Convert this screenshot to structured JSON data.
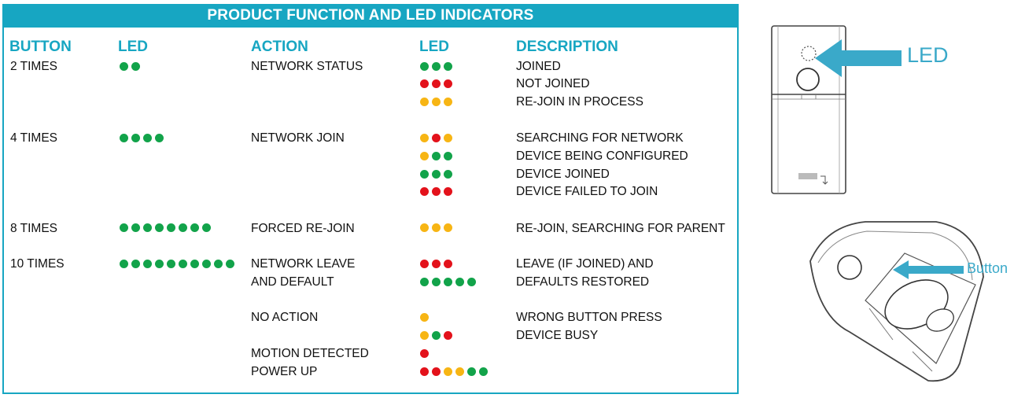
{
  "title": "PRODUCT FUNCTION AND LED INDICATORS",
  "headers": {
    "button": "BUTTON",
    "led1": "LED",
    "action": "ACTION",
    "led2": "LED",
    "description": "DESCRIPTION"
  },
  "rows": [
    {
      "button": "2 TIMES",
      "press_leds": "gg",
      "action": [
        "NETWORK STATUS"
      ],
      "outcomes": [
        {
          "leds": "ggg",
          "desc": "JOINED"
        },
        {
          "leds": "rrr",
          "desc": "NOT JOINED"
        },
        {
          "leds": "yyy",
          "desc": "RE-JOIN IN PROCESS"
        }
      ]
    },
    {
      "button": "4 TIMES",
      "press_leds": "gggg",
      "action": [
        "NETWORK JOIN"
      ],
      "outcomes": [
        {
          "leds": "yry",
          "desc": "SEARCHING FOR NETWORK"
        },
        {
          "leds": "ygg",
          "desc": "DEVICE BEING CONFIGURED"
        },
        {
          "leds": "ggg",
          "desc": "DEVICE JOINED"
        },
        {
          "leds": "rrr",
          "desc": "DEVICE FAILED TO JOIN"
        }
      ]
    },
    {
      "button": "8 TIMES",
      "press_leds": "gggggggg",
      "action": [
        "FORCED RE-JOIN"
      ],
      "outcomes": [
        {
          "leds": "yyy",
          "desc": "RE-JOIN, SEARCHING FOR PARENT"
        }
      ]
    },
    {
      "button": "10 TIMES",
      "press_leds": "gggggggggg",
      "action": [
        "NETWORK LEAVE",
        "AND DEFAULT"
      ],
      "outcomes": [
        {
          "leds": "rrr",
          "desc": "LEAVE (IF JOINED) AND"
        },
        {
          "leds": "ggggg",
          "desc": "DEFAULTS RESTORED"
        }
      ]
    },
    {
      "button": "",
      "press_leds": "",
      "action": [
        "NO ACTION"
      ],
      "outcomes": [
        {
          "leds": "y",
          "desc": "WRONG BUTTON PRESS"
        },
        {
          "leds": "ygr",
          "desc": "DEVICE BUSY"
        }
      ]
    },
    {
      "button": "",
      "press_leds": "",
      "action": [
        "MOTION DETECTED"
      ],
      "outcomes": [
        {
          "leds": "r",
          "desc": ""
        }
      ]
    },
    {
      "button": "",
      "press_leds": "",
      "action": [
        "POWER UP"
      ],
      "outcomes": [
        {
          "leds": "rryygg",
          "desc": ""
        }
      ]
    }
  ],
  "diagram_labels": {
    "led": "LED",
    "button": "Button"
  },
  "colors": {
    "accent": "#17a6c2",
    "green": "#12a34a",
    "red": "#e3121b",
    "yellow": "#f7b514"
  }
}
